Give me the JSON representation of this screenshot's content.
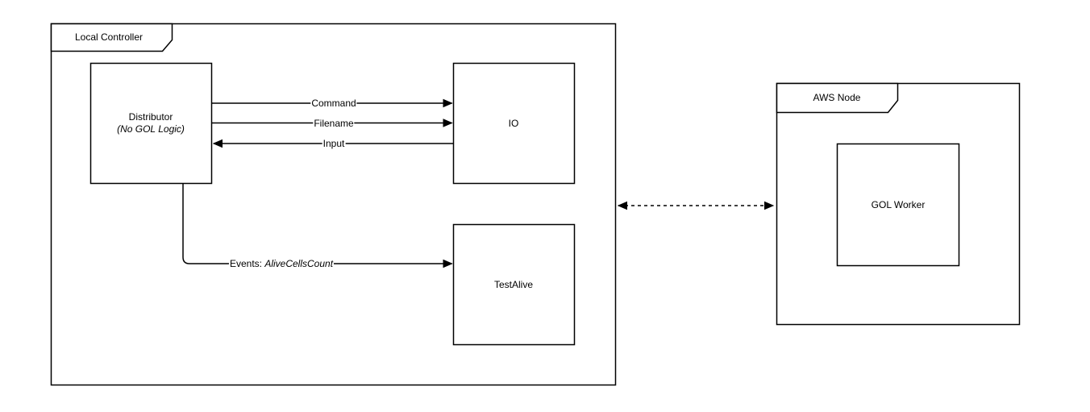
{
  "diagram": {
    "colors": {
      "stroke": "#000000",
      "fill": "#ffffff",
      "background": "#ffffff"
    },
    "containers": {
      "local_controller": {
        "label": "Local Controller"
      },
      "aws_node": {
        "label": "AWS Node"
      }
    },
    "nodes": {
      "distributor": {
        "label": "Distributor",
        "sublabel": "(No GOL Logic)"
      },
      "io": {
        "label": "IO"
      },
      "test_alive": {
        "label": "TestAlive"
      },
      "gol_worker": {
        "label": "GOL Worker"
      }
    },
    "edges": {
      "command": {
        "label": "Command",
        "from": "distributor",
        "to": "io",
        "style": "solid"
      },
      "filename": {
        "label": "Filename",
        "from": "distributor",
        "to": "io",
        "style": "solid"
      },
      "input": {
        "label": "Input",
        "from": "io",
        "to": "distributor",
        "style": "solid"
      },
      "events": {
        "label_prefix": "Events: ",
        "label_value": "AliveCellsCount",
        "from": "distributor",
        "to": "test_alive",
        "style": "solid"
      },
      "local_aws_link": {
        "label": "",
        "from": "local_controller",
        "to": "aws_node",
        "style": "dashed-bidirectional"
      }
    }
  }
}
